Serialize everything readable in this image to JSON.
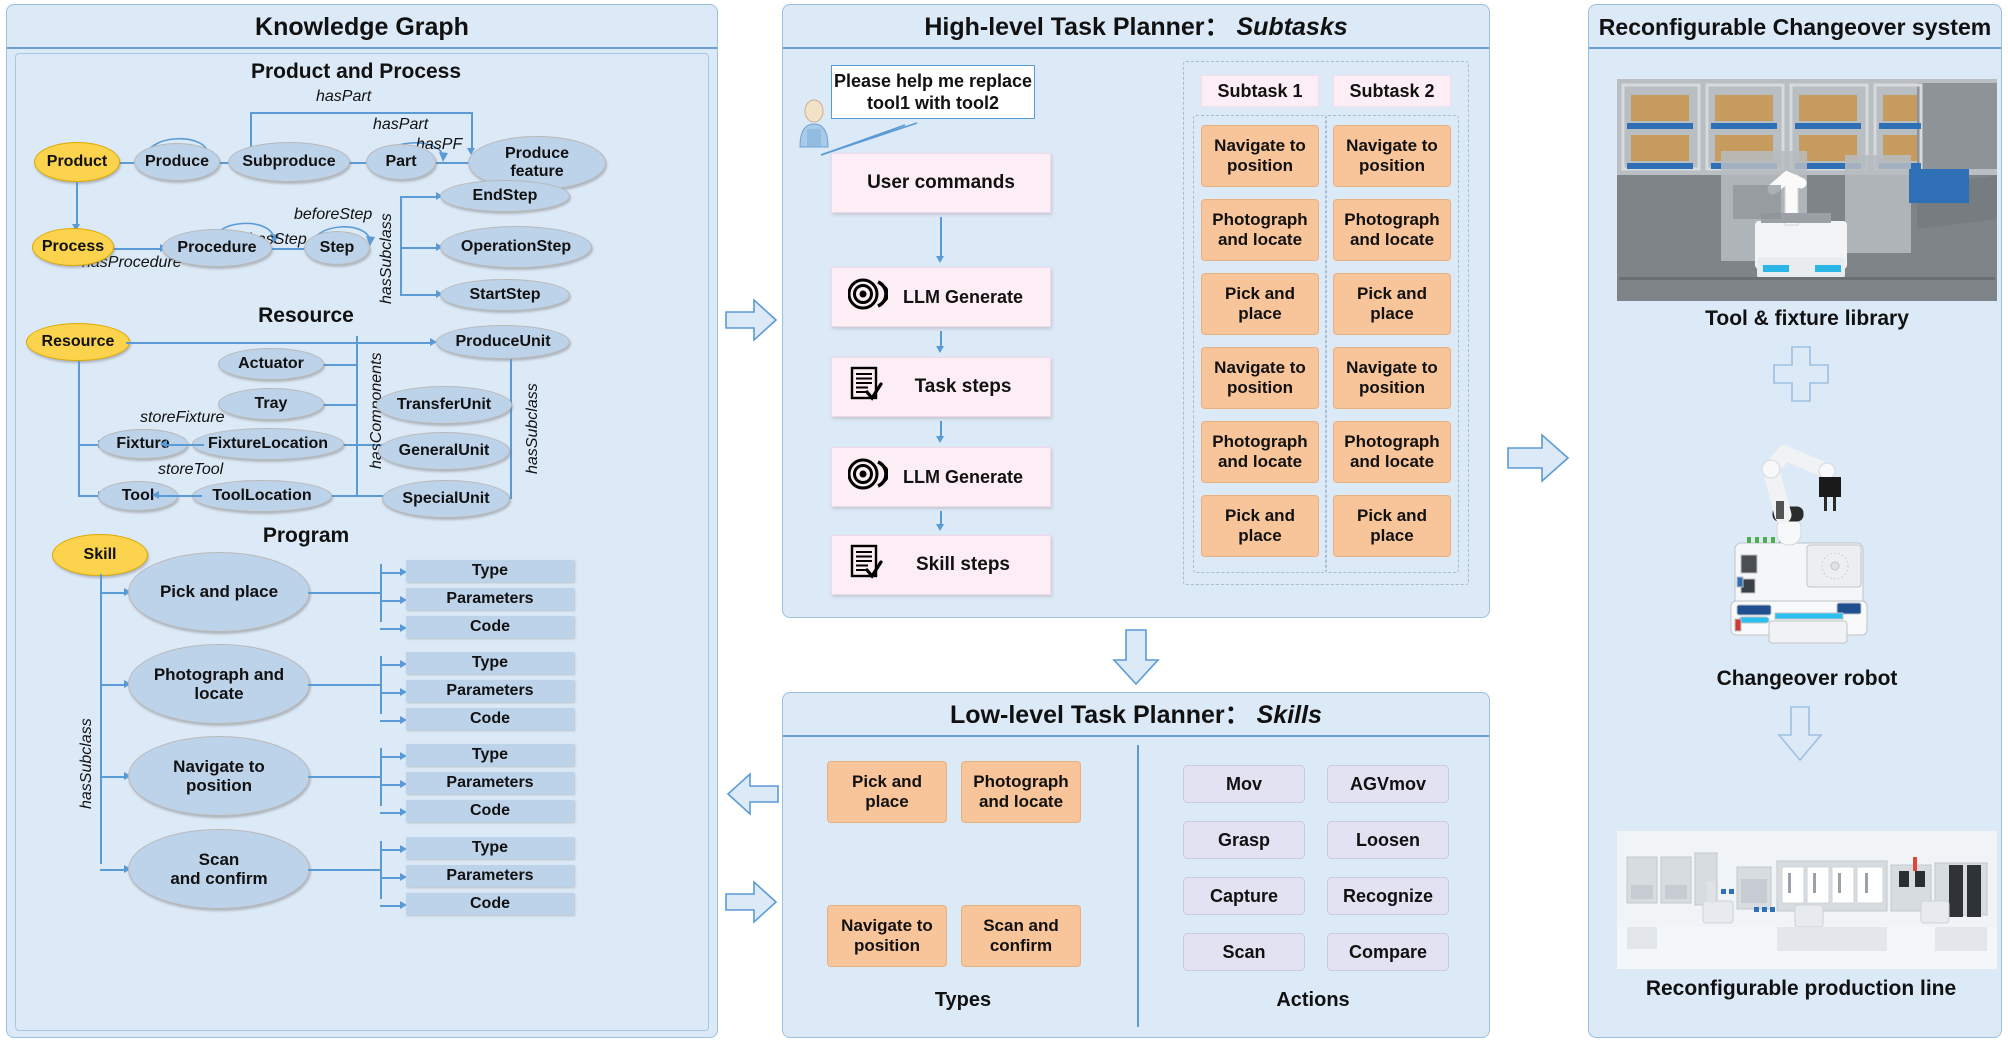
{
  "panels": {
    "kg": {
      "title": "Knowledge Graph"
    },
    "hlp": {
      "title_main": "High-level Task Planner：",
      "title_em": "Subtasks"
    },
    "llp": {
      "title_main": "Low-level Task Planner：",
      "title_em": "Skills"
    },
    "rcs": {
      "title": "Reconfigurable Changeover system"
    }
  },
  "kg": {
    "sections": {
      "product_process": "Product and Process",
      "resource": "Resource",
      "program": "Program"
    },
    "nodes": {
      "product": "Product",
      "produce": "Produce",
      "subproduce": "Subproduce",
      "part": "Part",
      "produce_feature": "Produce\nfeature",
      "process": "Process",
      "procedure": "Procedure",
      "step": "Step",
      "end_step": "EndStep",
      "operation_step": "OperationStep",
      "start_step": "StartStep",
      "resource": "Resource",
      "produce_unit": "ProduceUnit",
      "actuator": "Actuator",
      "tray": "Tray",
      "transfer_unit": "TransferUnit",
      "general_unit": "GeneralUnit",
      "special_unit": "SpecialUnit",
      "fixture": "Fixture",
      "fixture_location": "FixtureLocation",
      "tool": "Tool",
      "tool_location": "ToolLocation",
      "skill": "Skill"
    },
    "edge_labels": {
      "has_part_top": "hasPart",
      "has_part_mid": "hasPart",
      "has_pf": "hasPF",
      "before_step": "beforeStep",
      "has_step": "hasStep",
      "has_procedure": "hasProcedure",
      "has_subclass_step": "hasSubclass",
      "has_components": "hasComponents",
      "has_subclass_unit": "hasSubclass",
      "store_fixture": "storeFixture",
      "store_tool": "storeTool",
      "has_subclass_skill": "hasSubclass"
    },
    "skills": [
      {
        "name": "Pick and place",
        "fields": [
          "Type",
          "Parameters",
          "Code"
        ]
      },
      {
        "name": "Photograph and\nlocate",
        "fields": [
          "Type",
          "Parameters",
          "Code"
        ]
      },
      {
        "name": "Navigate to\nposition",
        "fields": [
          "Type",
          "Parameters",
          "Code"
        ]
      },
      {
        "name": "Scan\nand confirm",
        "fields": [
          "Type",
          "Parameters",
          "Code"
        ]
      }
    ]
  },
  "high_level": {
    "user_message": "Please help me replace tool1 with tool2",
    "flow": [
      {
        "label": "User commands",
        "icon": "none"
      },
      {
        "label": "LLM Generate",
        "icon": "llm-target-icon"
      },
      {
        "label": "Task steps",
        "icon": "document-check-icon"
      },
      {
        "label": "LLM Generate",
        "icon": "llm-target-icon"
      },
      {
        "label": "Skill  steps",
        "icon": "document-check-icon"
      }
    ],
    "subtasks": [
      {
        "header": "Subtask 1",
        "steps": [
          "Navigate to position",
          "Photograph and locate",
          "Pick and place",
          "Navigate to position",
          "Photograph and locate",
          "Pick and place"
        ]
      },
      {
        "header": "Subtask 2",
        "steps": [
          "Navigate to position",
          "Photograph and locate",
          "Pick and place",
          "Navigate to position",
          "Photograph and locate",
          "Pick and place"
        ]
      }
    ]
  },
  "low_level": {
    "types_caption": "Types",
    "actions_caption": "Actions",
    "types": [
      "Pick and place",
      "Photograph and locate",
      "Navigate to position",
      "Scan and confirm"
    ],
    "actions": [
      "Mov",
      "AGVmov",
      "Grasp",
      "Loosen",
      "Capture",
      "Recognize",
      "Scan",
      "Compare"
    ]
  },
  "right": {
    "items": [
      {
        "caption": "Tool & fixture library",
        "image": "warehouse-agv-robot-photo"
      },
      {
        "caption": "Changeover robot",
        "image": "mobile-manipulator-robot-photo"
      },
      {
        "caption": "Reconfigurable production line",
        "image": "production-line-photo"
      }
    ],
    "connector_plus": "plus-icon",
    "connector_arrow": "down-arrow-icon"
  },
  "connectors": {
    "kg_to_hlp": "right-arrow-icon",
    "llp_to_kg": "left-arrow-icon",
    "kg_to_llp": "right-arrow-icon",
    "hlp_to_llp": "down-arrow-icon",
    "llp_to_rcs": "right-arrow-icon"
  },
  "colors": {
    "panel_bg": "#dce9f7",
    "panel_border": "#9dbfe0",
    "node_blue": "#bdd3ea",
    "node_yellow": "#fbd34d",
    "accent_line": "#5b9bd5",
    "orange": "#f8c49a",
    "pink": "#fdeef5",
    "lilac": "#e2e2f2"
  }
}
